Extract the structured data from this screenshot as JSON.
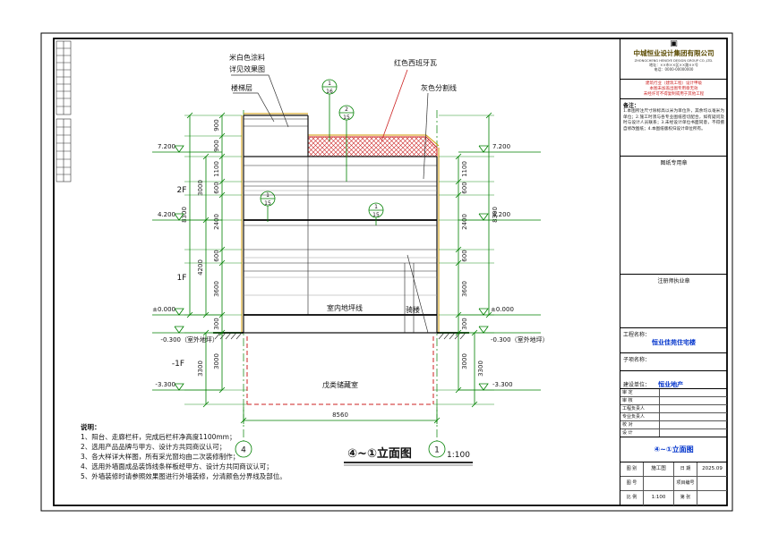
{
  "sheet": {
    "title": "④~①立面图",
    "scale_note": "1:100"
  },
  "annotations": {
    "paint_line1": "米白色涂料",
    "paint_line2": "详见效果图",
    "stair_floor": "楼梯层",
    "red_tile": "红色西班牙瓦",
    "gray_divider": "灰色分割线",
    "indoor_floor_line": "室内地坪线",
    "arcade": "骑楼",
    "storage_room": "戊类储藏室"
  },
  "callouts": [
    {
      "num": "1",
      "sheet": "16"
    },
    {
      "num": "2",
      "sheet": "15"
    },
    {
      "num": "1",
      "sheet": "15"
    },
    {
      "num": "1",
      "sheet": "15"
    }
  ],
  "levels": {
    "l72": "7.200",
    "l42": "4.200",
    "l00": "±0.000",
    "lm03": "-0.300（室外地坪）",
    "lm33": "-3.300"
  },
  "floors": {
    "f2": "2F",
    "f1": "1F",
    "fm1": "-1F"
  },
  "dims": {
    "left_inner": [
      "900",
      "900",
      "1100",
      "600",
      "2400",
      "600",
      "3600",
      "300",
      "3000"
    ],
    "left_mid": [
      "3000",
      "4200",
      "3300"
    ],
    "left_overall": "8300",
    "right_inner": [
      "1100",
      "600",
      "2400",
      "600",
      "3600",
      "300",
      "3000"
    ],
    "right_mid": [
      "3300"
    ],
    "right_overall": "8300",
    "bottom_width": "8560"
  },
  "grid_bubbles": {
    "left": "4",
    "right": "1"
  },
  "notes": {
    "title": "说明：",
    "items": [
      "1、阳台、走廊栏杆，完成后栏杆净高度1100mm；",
      "2、选用产品品牌与甲方、设计方共同商议认可；",
      "3、各大样详大样图，所有采光窗均由二次装修制作；",
      "4、选用外墙面成品装饰线条样板经甲方、设计方共同商议认可；",
      "5、外墙装修时请参照效果图进行外墙装修，分清颜色分界线及部位。"
    ]
  },
  "titleblock": {
    "company": "中城恒业设计集团有限公司",
    "company_en": "ZHONGCHENG HENGYE DESIGN GROUP CO.,LTD.",
    "address1": "地址：××市××区××路××号",
    "address2": "电话：0000-00000000",
    "red_lines": [
      "建筑行业（建筑工程）设计甲级",
      "本图未加盖出图专用章无效",
      "未经许可不得复制或用于其他工程"
    ],
    "remark_label": "备注：",
    "remark_text": "1.本图所注尺寸除标高以米为单位外，其余均以毫米为单位；2.施工时须与各专业图纸密切配合，如有疑问及时与设计人员联系；3.未经设计单位书面同意，不得擅自修改图纸；4.本图纸版权归设计单位所有。",
    "stamp1_label": "图纸专用章",
    "stamp2_label": "注册师执业章",
    "project_label": "工程名称：",
    "project_value": "恒业佳苑住宅楼",
    "sub_label": "子项名称：",
    "client_label": "建设单位：",
    "client_value": "恒业地产",
    "personnel": [
      {
        "label": "审  定",
        "value": ""
      },
      {
        "label": "审  核",
        "value": ""
      },
      {
        "label": "工程负责人",
        "value": ""
      },
      {
        "label": "专业负责人",
        "value": ""
      },
      {
        "label": "校  对",
        "value": ""
      },
      {
        "label": "设  计",
        "value": ""
      }
    ],
    "drawing_name": "④~①立面图",
    "type_label": "图 别",
    "type_value": "施工图",
    "date_label": "日 期",
    "date_value": "2025.09",
    "no_label": "图 号",
    "no_value": "",
    "projno_label": "项目编号",
    "projno_value": "",
    "scale_label": "比 例",
    "scale_value": "1:100",
    "sheet_label": "第  张",
    "sheet_value": ""
  }
}
